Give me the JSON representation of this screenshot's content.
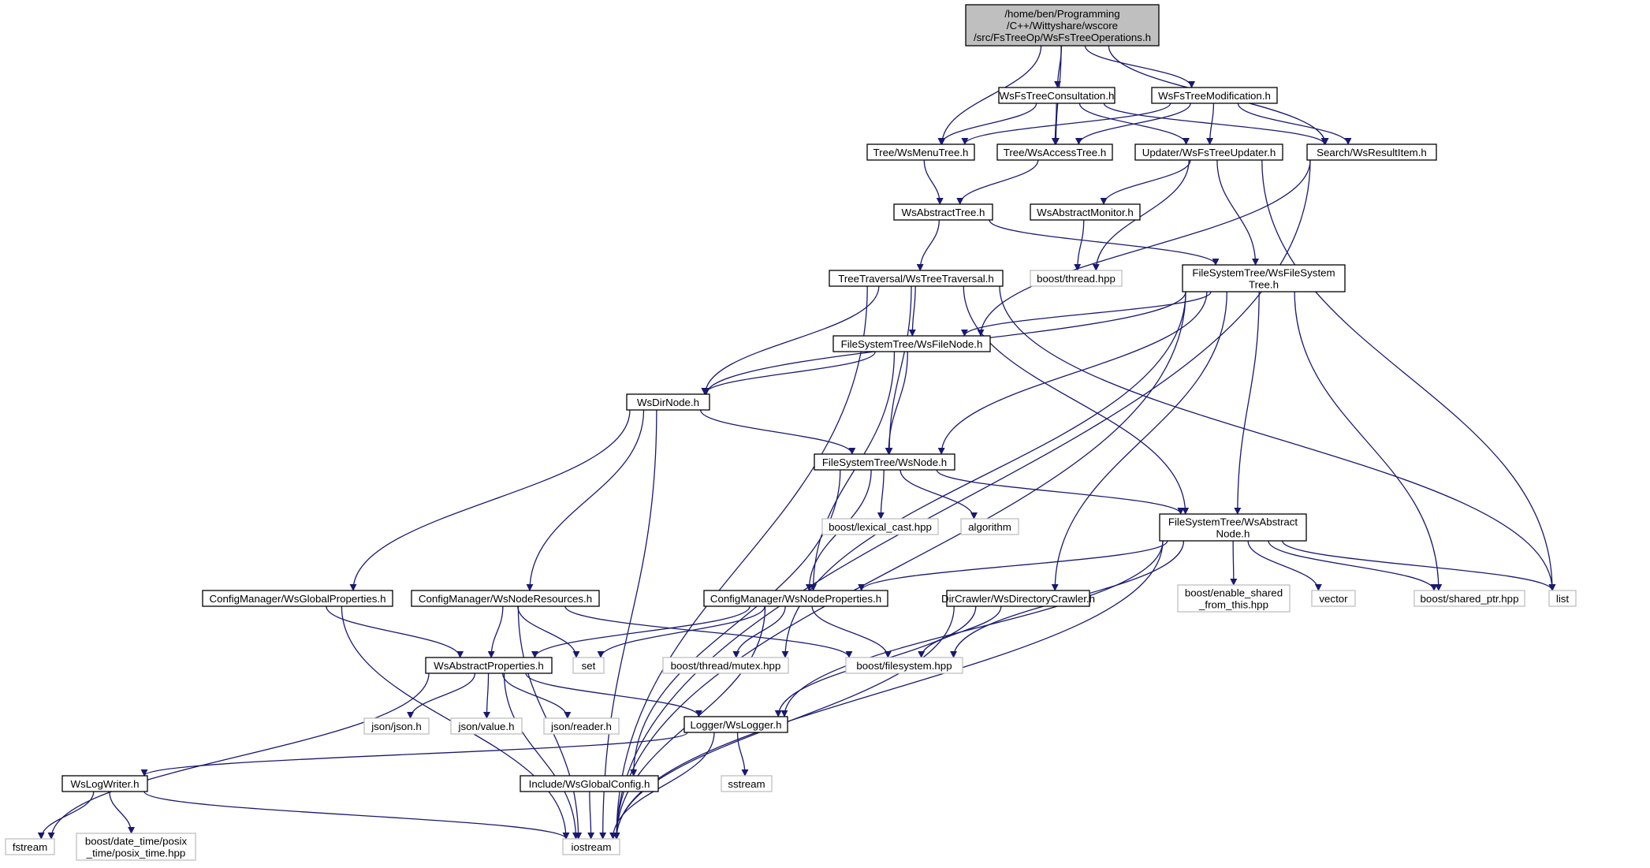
{
  "graph": {
    "title": "",
    "edge_color": "#191970",
    "root_fill": "#bfbfbf",
    "external_border": "#bfbfbf",
    "nodes": [
      {
        "id": "root",
        "lines": [
          "/home/ben/Programming",
          "/C++/Wittyshare/wscore",
          "/src/FsTreeOp/WsFsTreeOperations.h"
        ],
        "kind": "root"
      },
      {
        "id": "consultation",
        "lines": [
          "WsFsTreeConsultation.h"
        ],
        "kind": "file"
      },
      {
        "id": "modification",
        "lines": [
          "WsFsTreeModification.h"
        ],
        "kind": "file"
      },
      {
        "id": "menutree",
        "lines": [
          "Tree/WsMenuTree.h"
        ],
        "kind": "file"
      },
      {
        "id": "accesstree",
        "lines": [
          "Tree/WsAccessTree.h"
        ],
        "kind": "file"
      },
      {
        "id": "updater",
        "lines": [
          "Updater/WsFsTreeUpdater.h"
        ],
        "kind": "file"
      },
      {
        "id": "resultitem",
        "lines": [
          "Search/WsResultItem.h"
        ],
        "kind": "file"
      },
      {
        "id": "abstracttree",
        "lines": [
          "WsAbstractTree.h"
        ],
        "kind": "file"
      },
      {
        "id": "abstractmonitor",
        "lines": [
          "WsAbstractMonitor.h"
        ],
        "kind": "file"
      },
      {
        "id": "thread",
        "lines": [
          "boost/thread.hpp"
        ],
        "kind": "external"
      },
      {
        "id": "treetraversal",
        "lines": [
          "TreeTraversal/WsTreeTraversal.h"
        ],
        "kind": "file"
      },
      {
        "id": "fstree",
        "lines": [
          "FileSystemTree/WsFileSystem",
          "Tree.h"
        ],
        "kind": "file"
      },
      {
        "id": "filenode",
        "lines": [
          "FileSystemTree/WsFileNode.h"
        ],
        "kind": "file"
      },
      {
        "id": "dirnode",
        "lines": [
          "WsDirNode.h"
        ],
        "kind": "file"
      },
      {
        "id": "node",
        "lines": [
          "FileSystemTree/WsNode.h"
        ],
        "kind": "file"
      },
      {
        "id": "lexical",
        "lines": [
          "boost/lexical_cast.hpp"
        ],
        "kind": "external"
      },
      {
        "id": "algorithm",
        "lines": [
          "algorithm"
        ],
        "kind": "external"
      },
      {
        "id": "abstractnode",
        "lines": [
          "FileSystemTree/WsAbstract",
          "Node.h"
        ],
        "kind": "file"
      },
      {
        "id": "globalprops",
        "lines": [
          "ConfigManager/WsGlobalProperties.h"
        ],
        "kind": "file"
      },
      {
        "id": "noderesources",
        "lines": [
          "ConfigManager/WsNodeResources.h"
        ],
        "kind": "file"
      },
      {
        "id": "nodeprops",
        "lines": [
          "ConfigManager/WsNodeProperties.h"
        ],
        "kind": "file"
      },
      {
        "id": "crawler",
        "lines": [
          "DirCrawler/WsDirectoryCrawler.h"
        ],
        "kind": "file"
      },
      {
        "id": "enableshared",
        "lines": [
          "boost/enable_shared",
          "_from_this.hpp"
        ],
        "kind": "external"
      },
      {
        "id": "vector",
        "lines": [
          "vector"
        ],
        "kind": "external"
      },
      {
        "id": "sharedptr",
        "lines": [
          "boost/shared_ptr.hpp"
        ],
        "kind": "external"
      },
      {
        "id": "list",
        "lines": [
          "list"
        ],
        "kind": "external"
      },
      {
        "id": "abstractprops",
        "lines": [
          "WsAbstractProperties.h"
        ],
        "kind": "file"
      },
      {
        "id": "set",
        "lines": [
          "set"
        ],
        "kind": "external"
      },
      {
        "id": "mutex",
        "lines": [
          "boost/thread/mutex.hpp"
        ],
        "kind": "external"
      },
      {
        "id": "filesystem",
        "lines": [
          "boost/filesystem.hpp"
        ],
        "kind": "external"
      },
      {
        "id": "jsonjson",
        "lines": [
          "json/json.h"
        ],
        "kind": "external"
      },
      {
        "id": "jsonvalue",
        "lines": [
          "json/value.h"
        ],
        "kind": "external"
      },
      {
        "id": "jsonreader",
        "lines": [
          "json/reader.h"
        ],
        "kind": "external"
      },
      {
        "id": "logger",
        "lines": [
          "Logger/WsLogger.h"
        ],
        "kind": "file"
      },
      {
        "id": "logwriter",
        "lines": [
          "WsLogWriter.h"
        ],
        "kind": "file"
      },
      {
        "id": "globalconfig",
        "lines": [
          "Include/WsGlobalConfig.h"
        ],
        "kind": "file"
      },
      {
        "id": "sstream",
        "lines": [
          "sstream"
        ],
        "kind": "external"
      },
      {
        "id": "fstream",
        "lines": [
          "fstream"
        ],
        "kind": "external"
      },
      {
        "id": "posixtime",
        "lines": [
          "boost/date_time/posix",
          "_time/posix_time.hpp"
        ],
        "kind": "external"
      },
      {
        "id": "iostream",
        "lines": [
          "iostream"
        ],
        "kind": "external"
      }
    ],
    "edges": [
      [
        "root",
        "consultation"
      ],
      [
        "root",
        "modification"
      ],
      [
        "root",
        "menutree"
      ],
      [
        "root",
        "accesstree"
      ],
      [
        "root",
        "resultitem"
      ],
      [
        "consultation",
        "menutree"
      ],
      [
        "consultation",
        "accesstree"
      ],
      [
        "consultation",
        "updater"
      ],
      [
        "consultation",
        "resultitem"
      ],
      [
        "modification",
        "menutree"
      ],
      [
        "modification",
        "accesstree"
      ],
      [
        "modification",
        "updater"
      ],
      [
        "modification",
        "resultitem"
      ],
      [
        "menutree",
        "abstracttree"
      ],
      [
        "accesstree",
        "abstracttree"
      ],
      [
        "updater",
        "abstractmonitor"
      ],
      [
        "updater",
        "thread"
      ],
      [
        "updater",
        "fstree"
      ],
      [
        "updater",
        "list"
      ],
      [
        "resultitem",
        "filenode"
      ],
      [
        "resultitem",
        "iostream"
      ],
      [
        "abstracttree",
        "treetraversal"
      ],
      [
        "abstracttree",
        "fstree"
      ],
      [
        "abstractmonitor",
        "thread"
      ],
      [
        "treetraversal",
        "filenode"
      ],
      [
        "treetraversal",
        "dirnode"
      ],
      [
        "treetraversal",
        "node"
      ],
      [
        "treetraversal",
        "abstractnode"
      ],
      [
        "treetraversal",
        "list"
      ],
      [
        "treetraversal",
        "iostream"
      ],
      [
        "fstree",
        "filenode"
      ],
      [
        "fstree",
        "dirnode"
      ],
      [
        "fstree",
        "node"
      ],
      [
        "fstree",
        "abstractnode"
      ],
      [
        "fstree",
        "crawler"
      ],
      [
        "fstree",
        "mutex"
      ],
      [
        "fstree",
        "sharedptr"
      ],
      [
        "fstree",
        "iostream"
      ],
      [
        "filenode",
        "dirnode"
      ],
      [
        "filenode",
        "node"
      ],
      [
        "filenode",
        "nodeprops"
      ],
      [
        "dirnode",
        "node"
      ],
      [
        "dirnode",
        "globalprops"
      ],
      [
        "dirnode",
        "noderesources"
      ],
      [
        "dirnode",
        "iostream"
      ],
      [
        "node",
        "lexical"
      ],
      [
        "node",
        "algorithm"
      ],
      [
        "node",
        "abstractnode"
      ],
      [
        "node",
        "nodeprops"
      ],
      [
        "node",
        "globalconfig"
      ],
      [
        "abstractnode",
        "nodeprops"
      ],
      [
        "abstractnode",
        "enableshared"
      ],
      [
        "abstractnode",
        "vector"
      ],
      [
        "abstractnode",
        "sharedptr"
      ],
      [
        "abstractnode",
        "list"
      ],
      [
        "abstractnode",
        "filesystem"
      ],
      [
        "abstractnode",
        "logger"
      ],
      [
        "abstractnode",
        "iostream"
      ],
      [
        "globalprops",
        "abstractprops"
      ],
      [
        "globalprops",
        "iostream"
      ],
      [
        "noderesources",
        "abstractprops"
      ],
      [
        "noderesources",
        "set"
      ],
      [
        "noderesources",
        "filesystem"
      ],
      [
        "noderesources",
        "iostream"
      ],
      [
        "nodeprops",
        "abstractprops"
      ],
      [
        "nodeprops",
        "set"
      ],
      [
        "nodeprops",
        "mutex"
      ],
      [
        "nodeprops",
        "filesystem"
      ],
      [
        "nodeprops",
        "iostream"
      ],
      [
        "crawler",
        "filesystem"
      ],
      [
        "crawler",
        "logger"
      ],
      [
        "crawler",
        "iostream"
      ],
      [
        "abstractprops",
        "jsonjson"
      ],
      [
        "abstractprops",
        "jsonvalue"
      ],
      [
        "abstractprops",
        "jsonreader"
      ],
      [
        "abstractprops",
        "logger"
      ],
      [
        "abstractprops",
        "fstream"
      ],
      [
        "abstractprops",
        "iostream"
      ],
      [
        "logger",
        "logwriter"
      ],
      [
        "logger",
        "sstream"
      ],
      [
        "logger",
        "iostream"
      ],
      [
        "logwriter",
        "fstream"
      ],
      [
        "logwriter",
        "posixtime"
      ],
      [
        "logwriter",
        "iostream"
      ],
      [
        "globalconfig",
        "iostream"
      ]
    ]
  }
}
